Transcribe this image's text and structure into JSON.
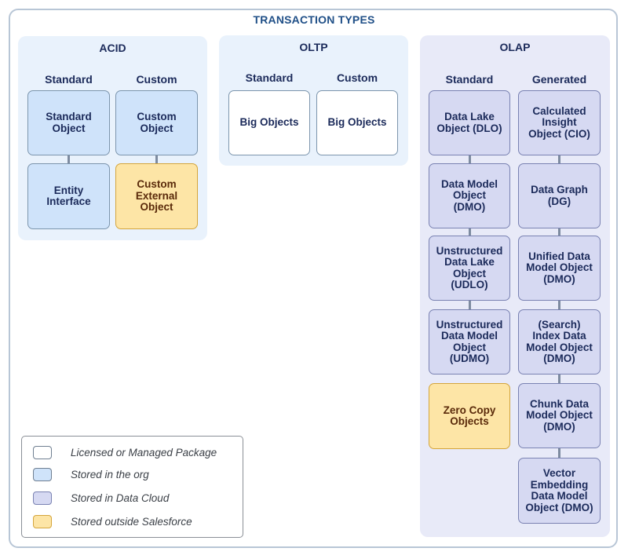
{
  "title": "TRANSACTION TYPES",
  "acid": {
    "title": "ACID",
    "col_standard": "Standard",
    "col_custom": "Custom",
    "standard_object": [
      "Standard",
      "Object"
    ],
    "entity_interface": [
      "Entity",
      "Interface"
    ],
    "custom_object": [
      "Custom",
      "Object"
    ],
    "custom_external_object": [
      "Custom",
      "External",
      "Object"
    ]
  },
  "oltp": {
    "title": "OLTP",
    "col_standard": "Standard",
    "col_custom": "Custom",
    "big_objects_standard": [
      "Big Objects"
    ],
    "big_objects_custom": [
      "Big Objects"
    ]
  },
  "olap": {
    "title": "OLAP",
    "col_standard": "Standard",
    "col_generated": "Generated",
    "standard": [
      [
        "Data Lake",
        "Object (DLO)"
      ],
      [
        "Data Model",
        "Object",
        "(DMO)"
      ],
      [
        "Unstructured",
        "Data Lake",
        "Object",
        "(UDLO)"
      ],
      [
        "Unstructured",
        "Data Model",
        "Object",
        "(UDMO)"
      ],
      [
        "Zero Copy",
        "Objects"
      ]
    ],
    "generated": [
      [
        "Calculated",
        "Insight",
        "Object (CIO)"
      ],
      [
        "Data Graph",
        "(DG)"
      ],
      [
        "Unified Data",
        "Model Object",
        "(DMO)"
      ],
      [
        "(Search)",
        "Index Data",
        "Model Object",
        "(DMO)"
      ],
      [
        "Chunk Data",
        "Model Object",
        "(DMO)"
      ],
      [
        "Vector",
        "Embedding",
        "Data Model",
        "Object (DMO)"
      ]
    ]
  },
  "legend": {
    "items": [
      {
        "label": "Licensed or Managed Package",
        "color": "#ffffff"
      },
      {
        "label": "Stored in the org",
        "color": "#cfe3fa"
      },
      {
        "label": "Stored in Data Cloud",
        "color": "#d6d9f2"
      },
      {
        "label": "Stored outside Salesforce",
        "color": "#fde5a6"
      }
    ]
  }
}
